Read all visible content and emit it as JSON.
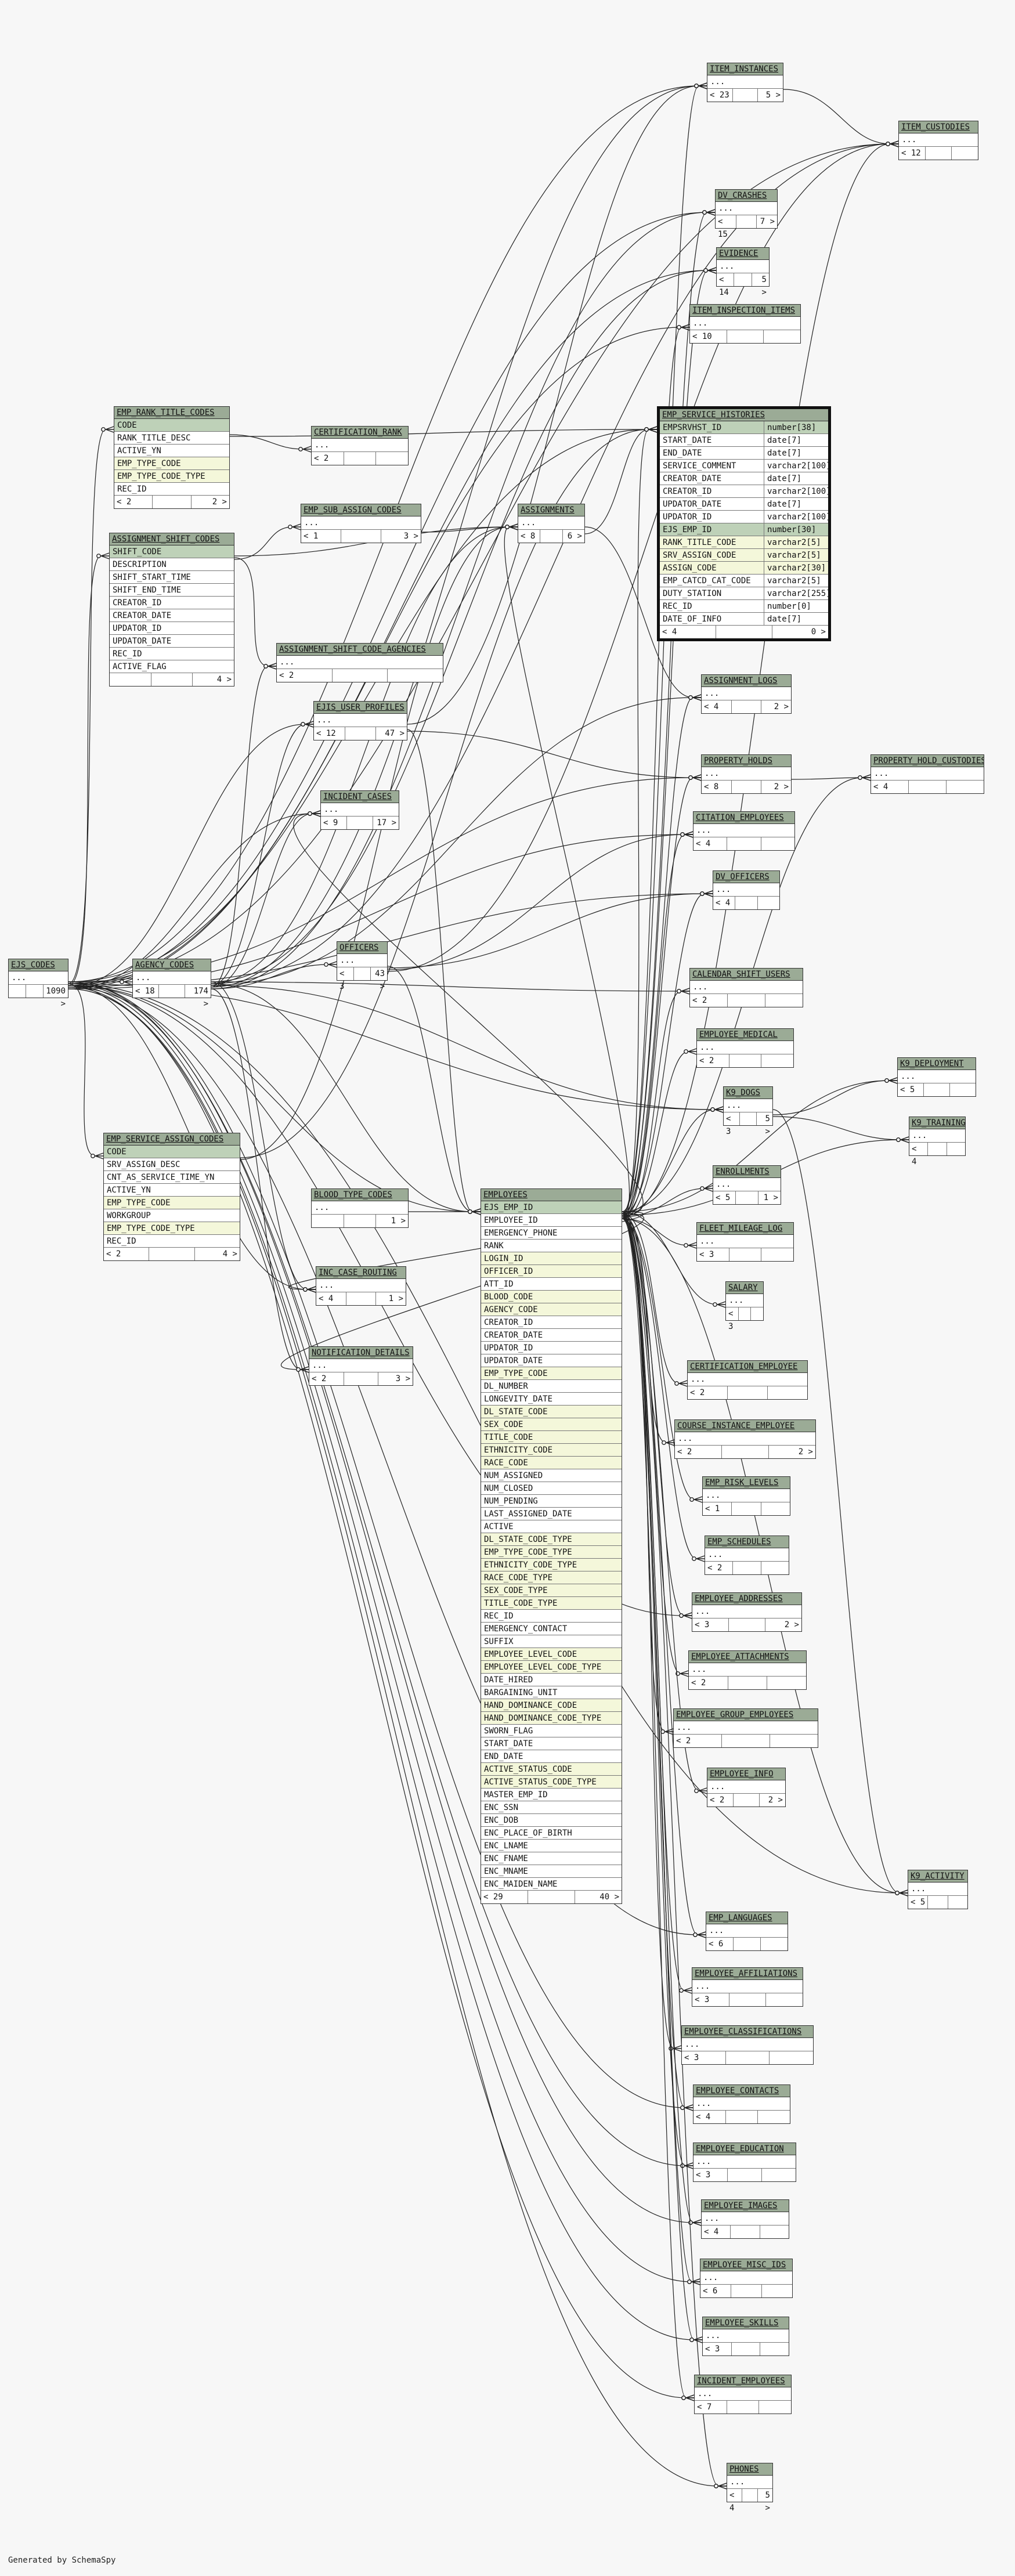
{
  "footer_text": "Generated by SchemaSpy",
  "colors": {
    "header": "#9bab96",
    "primary_key": "#bed1b8",
    "foreign_key": "#f4f7da",
    "edge": "#222222"
  },
  "tables": {
    "ITEM_INSTANCES": {
      "name": "ITEM_INSTANCES",
      "ellipsis": "...",
      "left": "< 23",
      "right": "5 >"
    },
    "ITEM_CUSTODIES": {
      "name": "ITEM_CUSTODIES",
      "ellipsis": "...",
      "left": "< 12",
      "right": ""
    },
    "DV_CRASHES": {
      "name": "DV_CRASHES",
      "ellipsis": "...",
      "left": "< 15",
      "right": "7 >"
    },
    "EVIDENCE": {
      "name": "EVIDENCE",
      "ellipsis": "...",
      "left": "< 14",
      "right": "5 >"
    },
    "ITEM_INSPECTION_ITEMS": {
      "name": "ITEM_INSPECTION_ITEMS",
      "ellipsis": "...",
      "left": "< 10",
      "right": ""
    },
    "EMP_SERVICE_HISTORIES": {
      "name": "EMP_SERVICE_HISTORIES",
      "left": "< 4",
      "right": "0 >",
      "rows": [
        [
          "EMPSRVHST_ID",
          "number[38]",
          "pk"
        ],
        [
          "START_DATE",
          "date[7]",
          ""
        ],
        [
          "END_DATE",
          "date[7]",
          ""
        ],
        [
          "SERVICE_COMMENT",
          "varchar2[100]",
          ""
        ],
        [
          "CREATOR_DATE",
          "date[7]",
          ""
        ],
        [
          "CREATOR_ID",
          "varchar2[100]",
          ""
        ],
        [
          "UPDATOR_DATE",
          "date[7]",
          ""
        ],
        [
          "UPDATOR_ID",
          "varchar2[100]",
          ""
        ],
        [
          "EJS_EMP_ID",
          "number[30]",
          "pk"
        ],
        [
          "RANK_TITLE_CODE",
          "varchar2[5]",
          "fk"
        ],
        [
          "SRV_ASSIGN_CODE",
          "varchar2[5]",
          "fk"
        ],
        [
          "ASSIGN_CODE",
          "varchar2[30]",
          "fk"
        ],
        [
          "EMP_CATCD_CAT_CODE",
          "varchar2[5]",
          ""
        ],
        [
          "DUTY_STATION",
          "varchar2[255]",
          ""
        ],
        [
          "REC_ID",
          "number[0]",
          ""
        ],
        [
          "DATE_OF_INFO",
          "date[7]",
          ""
        ]
      ]
    },
    "EMP_RANK_TITLE_CODES": {
      "name": "EMP_RANK_TITLE_CODES",
      "left": "< 2",
      "right": "2 >",
      "rows": [
        [
          "CODE",
          "",
          "pk"
        ],
        [
          "RANK_TITLE_DESC",
          "",
          ""
        ],
        [
          "ACTIVE_YN",
          "",
          ""
        ],
        [
          "EMP_TYPE_CODE",
          "",
          "fk"
        ],
        [
          "EMP_TYPE_CODE_TYPE",
          "",
          "fk"
        ],
        [
          "REC_ID",
          "",
          ""
        ]
      ]
    },
    "CERTIFICATION_RANK": {
      "name": "CERTIFICATION_RANK",
      "ellipsis": "...",
      "left": "< 2",
      "right": ""
    },
    "ASSIGNMENT_SHIFT_CODES": {
      "name": "ASSIGNMENT_SHIFT_CODES",
      "left": "",
      "right": "4 >",
      "rows": [
        [
          "SHIFT_CODE",
          "",
          "pk"
        ],
        [
          "DESCRIPTION",
          "",
          ""
        ],
        [
          "SHIFT_START_TIME",
          "",
          ""
        ],
        [
          "SHIFT_END_TIME",
          "",
          ""
        ],
        [
          "CREATOR_ID",
          "",
          ""
        ],
        [
          "CREATOR_DATE",
          "",
          ""
        ],
        [
          "UPDATOR_ID",
          "",
          ""
        ],
        [
          "UPDATOR_DATE",
          "",
          ""
        ],
        [
          "REC_ID",
          "",
          ""
        ],
        [
          "ACTIVE_FLAG",
          "",
          ""
        ]
      ]
    },
    "EMP_SUB_ASSIGN_CODES": {
      "name": "EMP_SUB_ASSIGN_CODES",
      "ellipsis": "...",
      "left": "< 1",
      "right": "3 >"
    },
    "ASSIGNMENTS": {
      "name": "ASSIGNMENTS",
      "ellipsis": "...",
      "left": "< 8",
      "right": "6 >"
    },
    "ASSIGNMENT_SHIFT_CODE_AGENCIES": {
      "name": "ASSIGNMENT_SHIFT_CODE_AGENCIES",
      "ellipsis": "...",
      "left": "< 2",
      "right": ""
    },
    "ASSIGNMENT_LOGS": {
      "name": "ASSIGNMENT_LOGS",
      "ellipsis": "...",
      "left": "< 4",
      "right": "2 >"
    },
    "EJIS_USER_PROFILES": {
      "name": "EJIS_USER_PROFILES",
      "ellipsis": "...",
      "left": "< 12",
      "right": "47 >"
    },
    "PROPERTY_HOLDS": {
      "name": "PROPERTY_HOLDS",
      "ellipsis": "...",
      "left": "< 8",
      "right": "2 >"
    },
    "PROPERTY_HOLD_CUSTODIES": {
      "name": "PROPERTY_HOLD_CUSTODIES",
      "ellipsis": "...",
      "left": "< 4",
      "right": ""
    },
    "INCIDENT_CASES": {
      "name": "INCIDENT_CASES",
      "ellipsis": "...",
      "left": "< 9",
      "right": "17 >"
    },
    "CITATION_EMPLOYEES": {
      "name": "CITATION_EMPLOYEES",
      "ellipsis": "...",
      "left": "< 4",
      "right": ""
    },
    "DV_OFFICERS": {
      "name": "DV_OFFICERS",
      "ellipsis": "...",
      "left": "< 4",
      "right": ""
    },
    "EJS_CODES": {
      "name": "EJS_CODES",
      "ellipsis": "...",
      "left": "",
      "right": "1090 >"
    },
    "AGENCY_CODES": {
      "name": "AGENCY_CODES",
      "ellipsis": "...",
      "left": "< 18",
      "right": "174 >"
    },
    "OFFICERS": {
      "name": "OFFICERS",
      "ellipsis": "...",
      "left": "< 3",
      "right": "43 >"
    },
    "CALENDAR_SHIFT_USERS": {
      "name": "CALENDAR_SHIFT_USERS",
      "ellipsis": "...",
      "left": "< 2",
      "right": ""
    },
    "EMPLOYEE_MEDICAL": {
      "name": "EMPLOYEE_MEDICAL",
      "ellipsis": "...",
      "left": "< 2",
      "right": ""
    },
    "K9_DEPLOYMENT": {
      "name": "K9_DEPLOYMENT",
      "ellipsis": "...",
      "left": "< 5",
      "right": ""
    },
    "K9_DOGS": {
      "name": "K9_DOGS",
      "ellipsis": "...",
      "left": "< 3",
      "right": "5 >"
    },
    "K9_TRAINING": {
      "name": "K9_TRAINING",
      "ellipsis": "...",
      "left": "< 4",
      "right": ""
    },
    "EMP_SERVICE_ASSIGN_CODES": {
      "name": "EMP_SERVICE_ASSIGN_CODES",
      "left": "< 2",
      "right": "4 >",
      "rows": [
        [
          "CODE",
          "",
          "pk"
        ],
        [
          "SRV_ASSIGN_DESC",
          "",
          ""
        ],
        [
          "CNT_AS_SERVICE_TIME_YN",
          "",
          ""
        ],
        [
          "ACTIVE_YN",
          "",
          ""
        ],
        [
          "EMP_TYPE_CODE",
          "",
          "fk"
        ],
        [
          "WORKGROUP",
          "",
          ""
        ],
        [
          "EMP_TYPE_CODE_TYPE",
          "",
          "fk"
        ],
        [
          "REC_ID",
          "",
          ""
        ]
      ]
    },
    "BLOOD_TYPE_CODES": {
      "name": "BLOOD_TYPE_CODES",
      "ellipsis": "...",
      "left": "",
      "right": "1 >"
    },
    "EMPLOYEES": {
      "name": "EMPLOYEES",
      "left": "< 29",
      "right": "40 >",
      "rows": [
        [
          "EJS_EMP_ID",
          "",
          "pk"
        ],
        [
          "EMPLOYEE_ID",
          "",
          ""
        ],
        [
          "EMERGENCY_PHONE",
          "",
          ""
        ],
        [
          "RANK",
          "",
          ""
        ],
        [
          "LOGIN_ID",
          "",
          "fk"
        ],
        [
          "OFFICER_ID",
          "",
          "fk"
        ],
        [
          "ATT_ID",
          "",
          ""
        ],
        [
          "BLOOD_CODE",
          "",
          "fk"
        ],
        [
          "AGENCY_CODE",
          "",
          "fk"
        ],
        [
          "CREATOR_ID",
          "",
          ""
        ],
        [
          "CREATOR_DATE",
          "",
          ""
        ],
        [
          "UPDATOR_ID",
          "",
          ""
        ],
        [
          "UPDATOR_DATE",
          "",
          ""
        ],
        [
          "EMP_TYPE_CODE",
          "",
          "fk"
        ],
        [
          "DL_NUMBER",
          "",
          ""
        ],
        [
          "LONGEVITY_DATE",
          "",
          ""
        ],
        [
          "DL_STATE_CODE",
          "",
          "fk"
        ],
        [
          "SEX_CODE",
          "",
          "fk"
        ],
        [
          "TITLE_CODE",
          "",
          "fk"
        ],
        [
          "ETHNICITY_CODE",
          "",
          "fk"
        ],
        [
          "RACE_CODE",
          "",
          "fk"
        ],
        [
          "NUM_ASSIGNED",
          "",
          ""
        ],
        [
          "NUM_CLOSED",
          "",
          ""
        ],
        [
          "NUM_PENDING",
          "",
          ""
        ],
        [
          "LAST_ASSIGNED_DATE",
          "",
          ""
        ],
        [
          "ACTIVE",
          "",
          ""
        ],
        [
          "DL_STATE_CODE_TYPE",
          "",
          "fk"
        ],
        [
          "EMP_TYPE_CODE_TYPE",
          "",
          "fk"
        ],
        [
          "ETHNICITY_CODE_TYPE",
          "",
          "fk"
        ],
        [
          "RACE_CODE_TYPE",
          "",
          "fk"
        ],
        [
          "SEX_CODE_TYPE",
          "",
          "fk"
        ],
        [
          "TITLE_CODE_TYPE",
          "",
          "fk"
        ],
        [
          "REC_ID",
          "",
          ""
        ],
        [
          "EMERGENCY_CONTACT",
          "",
          ""
        ],
        [
          "SUFFIX",
          "",
          ""
        ],
        [
          "EMPLOYEE_LEVEL_CODE",
          "",
          "fk"
        ],
        [
          "EMPLOYEE_LEVEL_CODE_TYPE",
          "",
          "fk"
        ],
        [
          "DATE_HIRED",
          "",
          ""
        ],
        [
          "BARGAINING_UNIT",
          "",
          ""
        ],
        [
          "HAND_DOMINANCE_CODE",
          "",
          "fk"
        ],
        [
          "HAND_DOMINANCE_CODE_TYPE",
          "",
          "fk"
        ],
        [
          "SWORN_FLAG",
          "",
          ""
        ],
        [
          "START_DATE",
          "",
          ""
        ],
        [
          "END_DATE",
          "",
          ""
        ],
        [
          "ACTIVE_STATUS_CODE",
          "",
          "fk"
        ],
        [
          "ACTIVE_STATUS_CODE_TYPE",
          "",
          "fk"
        ],
        [
          "MASTER_EMP_ID",
          "",
          ""
        ],
        [
          "ENC_SSN",
          "",
          ""
        ],
        [
          "ENC_DOB",
          "",
          ""
        ],
        [
          "ENC_PLACE_OF_BIRTH",
          "",
          ""
        ],
        [
          "ENC_LNAME",
          "",
          ""
        ],
        [
          "ENC_FNAME",
          "",
          ""
        ],
        [
          "ENC_MNAME",
          "",
          ""
        ],
        [
          "ENC_MAIDEN_NAME",
          "",
          ""
        ]
      ]
    },
    "ENROLLMENTS": {
      "name": "ENROLLMENTS",
      "ellipsis": "...",
      "left": "< 5",
      "right": "1 >"
    },
    "FLEET_MILEAGE_LOG": {
      "name": "FLEET_MILEAGE_LOG",
      "ellipsis": "...",
      "left": "< 3",
      "right": ""
    },
    "INC_CASE_ROUTING": {
      "name": "INC_CASE_ROUTING",
      "ellipsis": "...",
      "left": "< 4",
      "right": "1 >"
    },
    "SALARY": {
      "name": "SALARY",
      "ellipsis": "...",
      "left": "< 3",
      "right": ""
    },
    "NOTIFICATION_DETAILS": {
      "name": "NOTIFICATION_DETAILS",
      "ellipsis": "...",
      "left": "< 2",
      "right": "3 >"
    },
    "CERTIFICATION_EMPLOYEE": {
      "name": "CERTIFICATION_EMPLOYEE",
      "ellipsis": "...",
      "left": "< 2",
      "right": ""
    },
    "COURSE_INSTANCE_EMPLOYEE": {
      "name": "COURSE_INSTANCE_EMPLOYEE",
      "ellipsis": "...",
      "left": "< 2",
      "right": "2 >"
    },
    "EMP_RISK_LEVELS": {
      "name": "EMP_RISK_LEVELS",
      "ellipsis": "...",
      "left": "< 1",
      "right": ""
    },
    "EMP_SCHEDULES": {
      "name": "EMP_SCHEDULES",
      "ellipsis": "...",
      "left": "< 2",
      "right": ""
    },
    "EMPLOYEE_ADDRESSES": {
      "name": "EMPLOYEE_ADDRESSES",
      "ellipsis": "...",
      "left": "< 3",
      "right": "2 >"
    },
    "EMPLOYEE_ATTACHMENTS": {
      "name": "EMPLOYEE_ATTACHMENTS",
      "ellipsis": "...",
      "left": "< 2",
      "right": ""
    },
    "EMPLOYEE_GROUP_EMPLOYEES": {
      "name": "EMPLOYEE_GROUP_EMPLOYEES",
      "ellipsis": "...",
      "left": "< 2",
      "right": ""
    },
    "EMPLOYEE_INFO": {
      "name": "EMPLOYEE_INFO",
      "ellipsis": "...",
      "left": "< 2",
      "right": "2 >"
    },
    "K9_ACTIVITY": {
      "name": "K9_ACTIVITY",
      "ellipsis": "...",
      "left": "< 5",
      "right": ""
    },
    "EMP_LANGUAGES": {
      "name": "EMP_LANGUAGES",
      "ellipsis": "...",
      "left": "< 6",
      "right": ""
    },
    "EMPLOYEE_AFFILIATIONS": {
      "name": "EMPLOYEE_AFFILIATIONS",
      "ellipsis": "...",
      "left": "< 3",
      "right": ""
    },
    "EMPLOYEE_CLASSIFICATIONS": {
      "name": "EMPLOYEE_CLASSIFICATIONS",
      "ellipsis": "...",
      "left": "< 3",
      "right": ""
    },
    "EMPLOYEE_CONTACTS": {
      "name": "EMPLOYEE_CONTACTS",
      "ellipsis": "...",
      "left": "< 4",
      "right": ""
    },
    "EMPLOYEE_EDUCATION": {
      "name": "EMPLOYEE_EDUCATION",
      "ellipsis": "...",
      "left": "< 3",
      "right": ""
    },
    "EMPLOYEE_IMAGES": {
      "name": "EMPLOYEE_IMAGES",
      "ellipsis": "...",
      "left": "< 4",
      "right": ""
    },
    "EMPLOYEE_MISC_IDS": {
      "name": "EMPLOYEE_MISC_IDS",
      "ellipsis": "...",
      "left": "< 6",
      "right": ""
    },
    "EMPLOYEE_SKILLS": {
      "name": "EMPLOYEE_SKILLS",
      "ellipsis": "...",
      "left": "< 3",
      "right": ""
    },
    "INCIDENT_EMPLOYEES": {
      "name": "INCIDENT_EMPLOYEES",
      "ellipsis": "...",
      "left": "< 7",
      "right": ""
    },
    "PHONES": {
      "name": "PHONES",
      "ellipsis": "...",
      "left": "< 4",
      "right": "5 >"
    }
  }
}
